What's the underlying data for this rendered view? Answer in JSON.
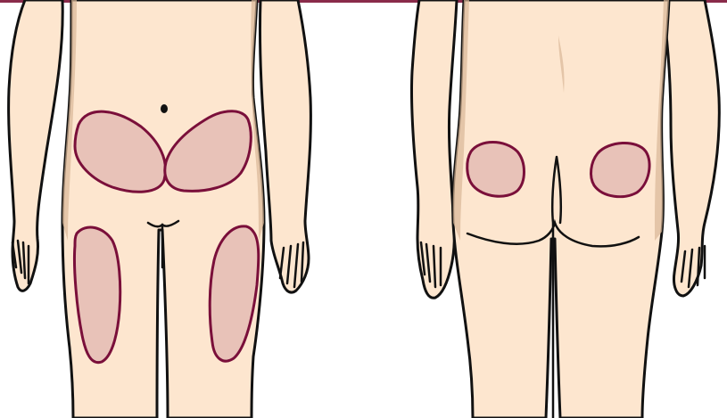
{
  "diagram": {
    "views": [
      {
        "id": "front",
        "label": "",
        "regions": [
          "abdomen-left",
          "abdomen-right",
          "thigh-left",
          "thigh-right"
        ]
      },
      {
        "id": "back",
        "label": "",
        "regions": [
          "buttock-upper-left",
          "buttock-upper-right"
        ]
      }
    ]
  },
  "colors": {
    "skin": "#fde6cf",
    "skin_shade": "#d9b797",
    "outline": "#111111",
    "region_fill": "#e8c2b8",
    "region_stroke": "#7a0f3a",
    "top_bar": "#8a2b4a"
  }
}
